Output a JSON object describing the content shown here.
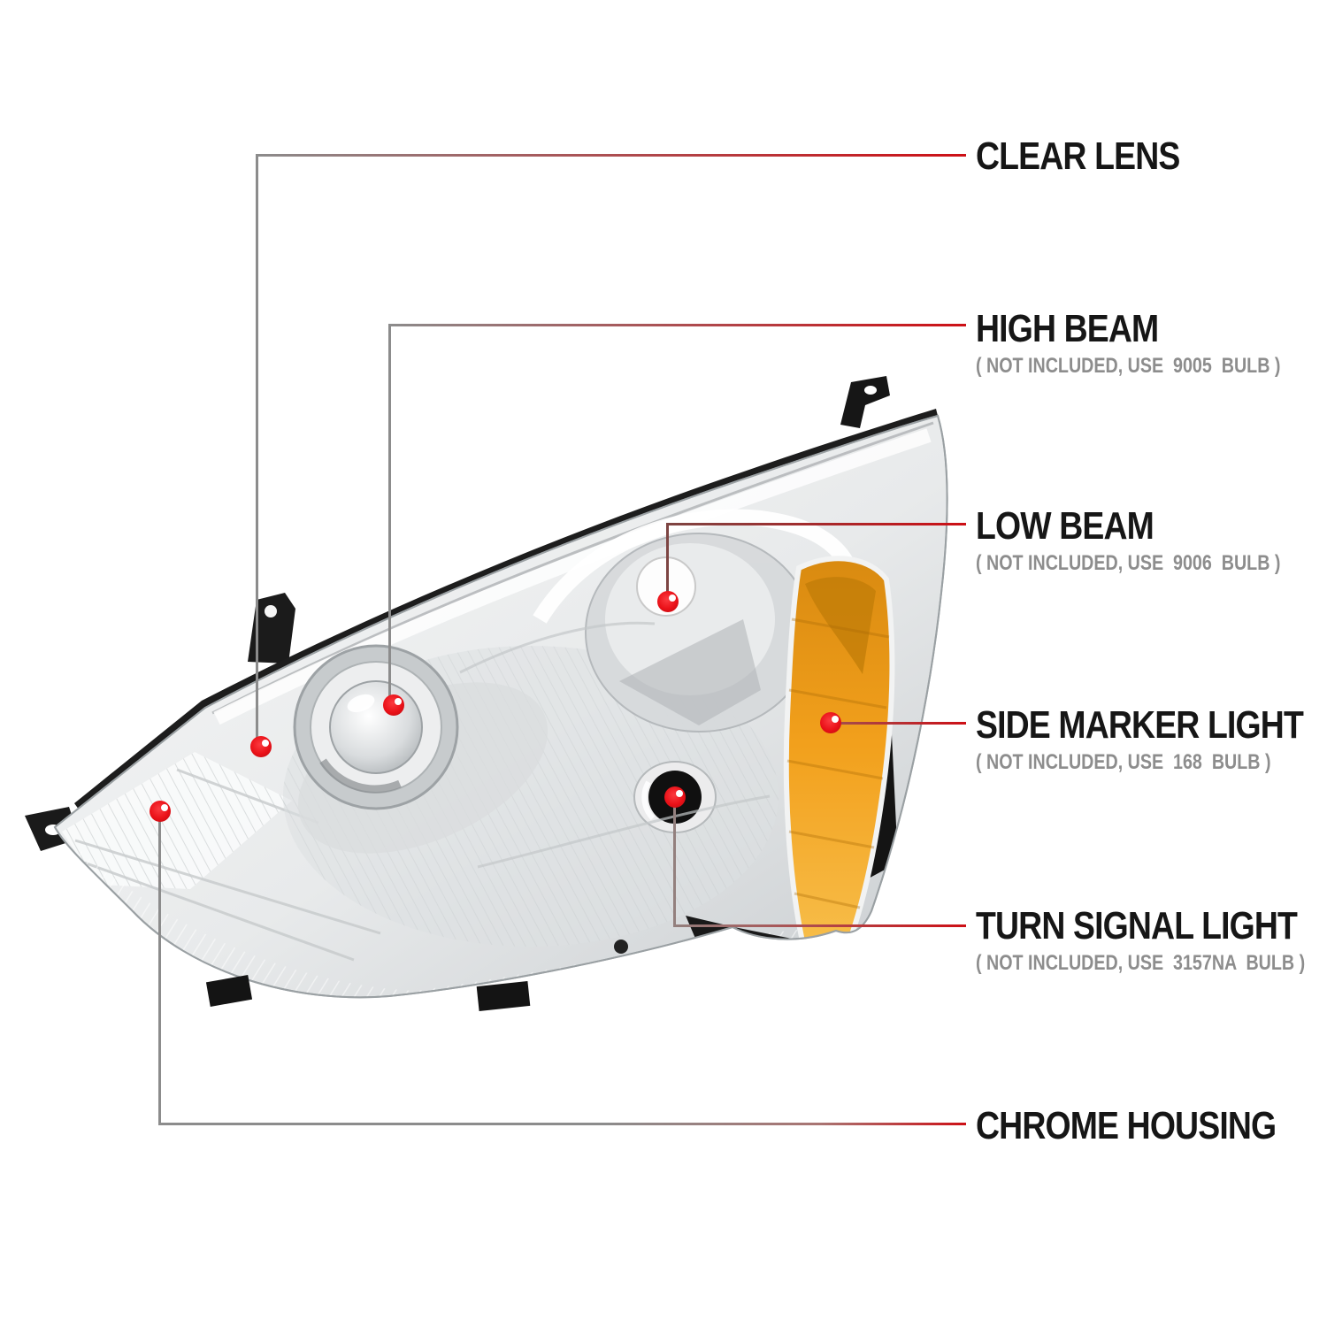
{
  "theme": {
    "bg": "#ffffff",
    "label_color": "#161616",
    "note_color": "#8d8d8d",
    "dot_color": "#ec1216",
    "line_red": "#cd1016",
    "line_gray": "#8c8c8c",
    "line_maroon": "#7d4543",
    "line_mauve": "#93807e",
    "amber": "#efa21a",
    "trim_black": "#1d1d1d"
  },
  "callouts": [
    {
      "id": "clear-lens",
      "label": "CLEAR LENS",
      "note": ""
    },
    {
      "id": "high-beam",
      "label": "HIGH BEAM",
      "note": "( NOT INCLUDED, USE  9005  BULB )"
    },
    {
      "id": "low-beam",
      "label": "LOW BEAM",
      "note": "( NOT INCLUDED, USE  9006  BULB )"
    },
    {
      "id": "side-marker-light",
      "label": "SIDE MARKER LIGHT",
      "note": "( NOT INCLUDED, USE  168  BULB )"
    },
    {
      "id": "turn-signal-light",
      "label": "TURN SIGNAL LIGHT",
      "note": "( NOT INCLUDED, USE  3157NA  BULB )"
    },
    {
      "id": "chrome-housing",
      "label": "CHROME HOUSING",
      "note": ""
    }
  ]
}
